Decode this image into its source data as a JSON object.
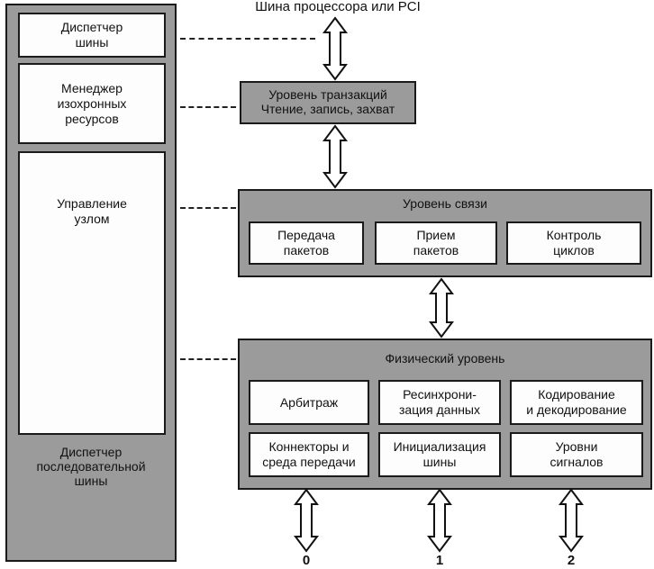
{
  "left_column": {
    "bus_dispatcher": "Диспетчер\nшины",
    "isochronous_manager": "Менеджер\nизохронных\nресурсов",
    "node_management": "Управление\nузлом",
    "serial_bus_dispatcher": "Диспетчер\nпоследовательной\nшины"
  },
  "top_bus": "Шина процессора или PCI",
  "transaction_layer": {
    "title": "Уровень транзакций",
    "subtitle": "Чтение, запись, захват"
  },
  "link_layer": {
    "title": "Уровень связи",
    "boxes": [
      "Передача\nпакетов",
      "Прием\nпакетов",
      "Контроль\nциклов"
    ]
  },
  "physical_layer": {
    "title": "Физический уровень",
    "row1": [
      "Арбитраж",
      "Ресинхрони-\nзация данных",
      "Кодирование\nи декодирование"
    ],
    "row2": [
      "Коннекторы и\nсреда передачи",
      "Инициализация\nшины",
      "Уровни\nсигналов"
    ]
  },
  "ports": [
    "0",
    "1",
    "2"
  ]
}
